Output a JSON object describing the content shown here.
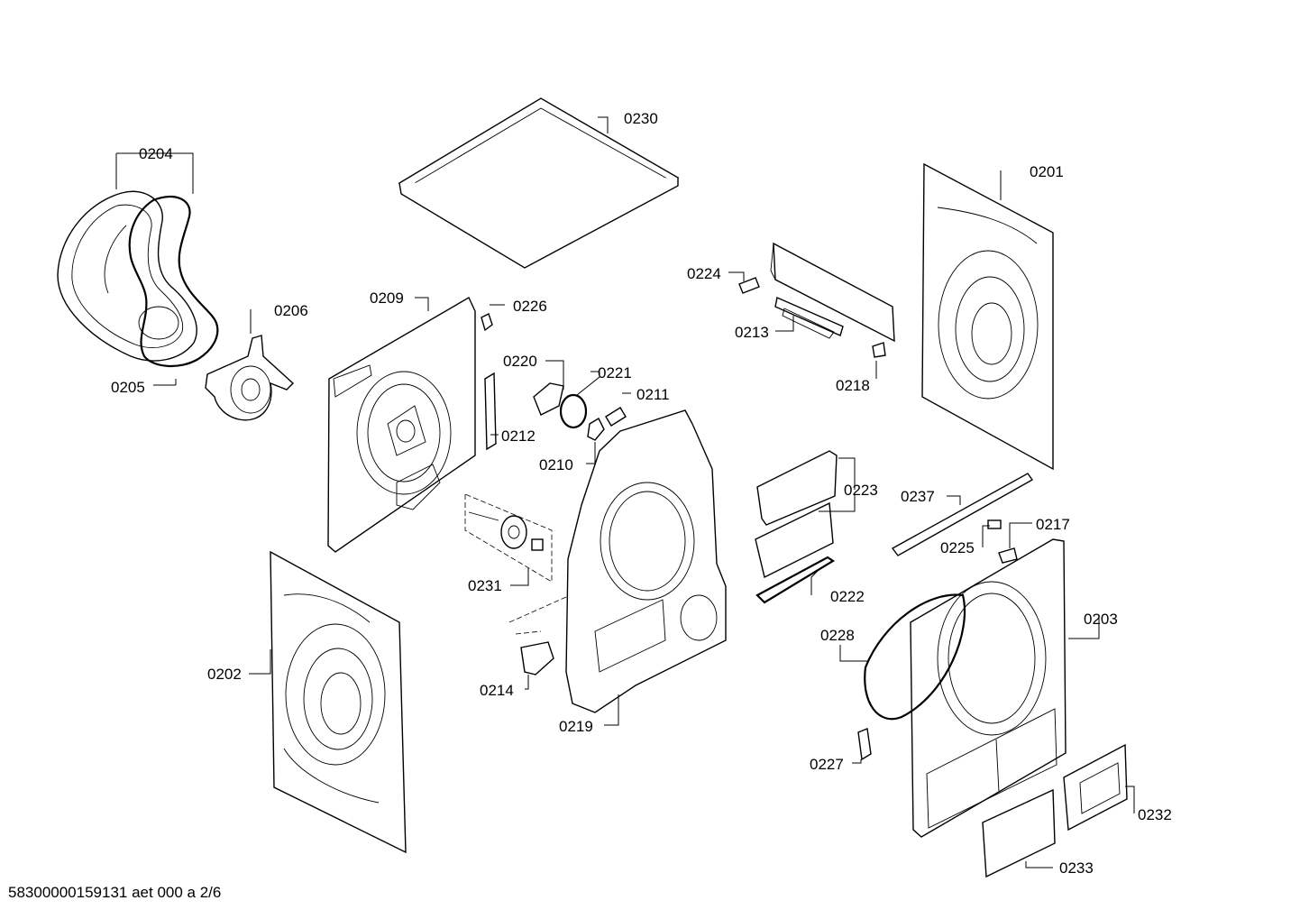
{
  "labels": {
    "p0201": "0201",
    "p0202": "0202",
    "p0203": "0203",
    "p0204": "0204",
    "p0205": "0205",
    "p0206": "0206",
    "p0209": "0209",
    "p0210": "0210",
    "p0211": "0211",
    "p0212": "0212",
    "p0213": "0213",
    "p0214": "0214",
    "p0217": "0217",
    "p0218": "0218",
    "p0219": "0219",
    "p0220": "0220",
    "p0221": "0221",
    "p0222": "0222",
    "p0223": "0223",
    "p0224": "0224",
    "p0225": "0225",
    "p0226": "0226",
    "p0227": "0227",
    "p0228": "0228",
    "p0230": "0230",
    "p0231": "0231",
    "p0232": "0232",
    "p0233": "0233",
    "p0237": "0237"
  },
  "footer": "58300000159131 aet 000 a 2/6"
}
